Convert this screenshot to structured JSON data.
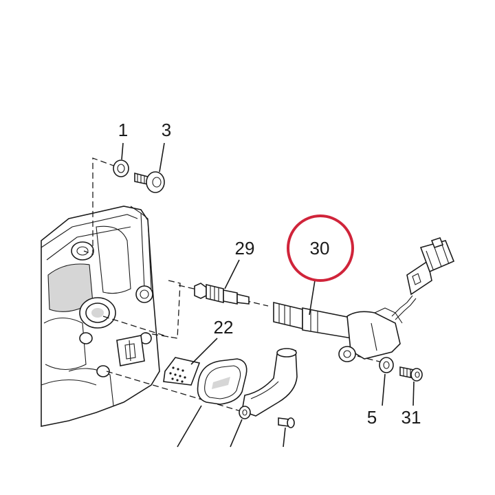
{
  "callouts": {
    "c1": "1",
    "c3": "3",
    "c29": "29",
    "c30": "30",
    "c22": "22",
    "c5": "5",
    "c31": "31"
  },
  "highlight": {
    "target": "30",
    "color": "#d0243a"
  }
}
